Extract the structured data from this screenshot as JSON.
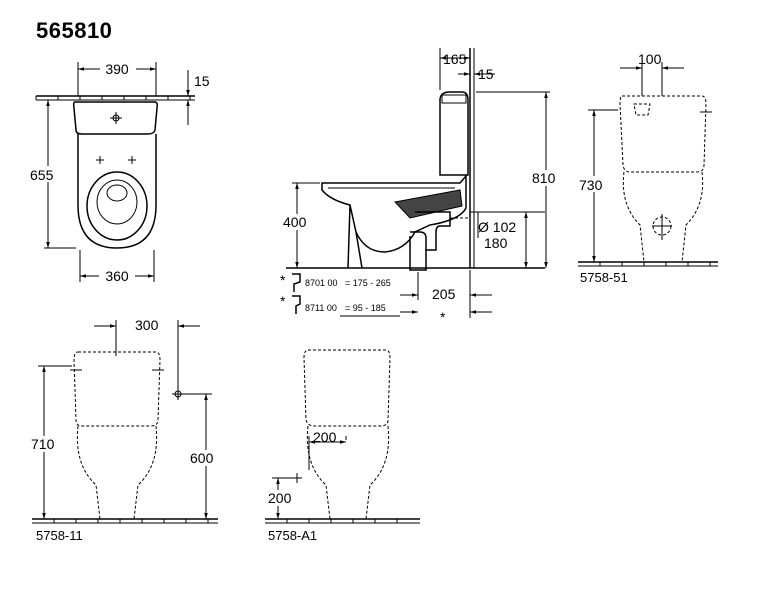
{
  "title": "565810",
  "views": {
    "top": {
      "width_top": "390",
      "rim_offset": "15",
      "length": "655",
      "width_bottom": "360"
    },
    "side": {
      "tank_depth": "165",
      "wall_gap": "15",
      "total_height": "810",
      "seat_height": "400",
      "outlet_diameter": "Ø 102",
      "outlet_height": "180",
      "outlet_distance": "205",
      "star": "*"
    },
    "adapters": [
      {
        "marker": "*",
        "code": "8701 00",
        "range": "= 175 - 265"
      },
      {
        "marker": "*",
        "code": "8711 00",
        "range": "= 95 -  185"
      }
    ],
    "front_5758_51": {
      "dim_top": "100",
      "height": "730",
      "code": "5758-51"
    },
    "front_5758_11": {
      "dim_top": "300",
      "height": "710",
      "inlet_height": "600",
      "code": "5758-11"
    },
    "front_5758_A1": {
      "dim_top": "200",
      "inlet_height": "200",
      "code": "5758-A1"
    }
  }
}
